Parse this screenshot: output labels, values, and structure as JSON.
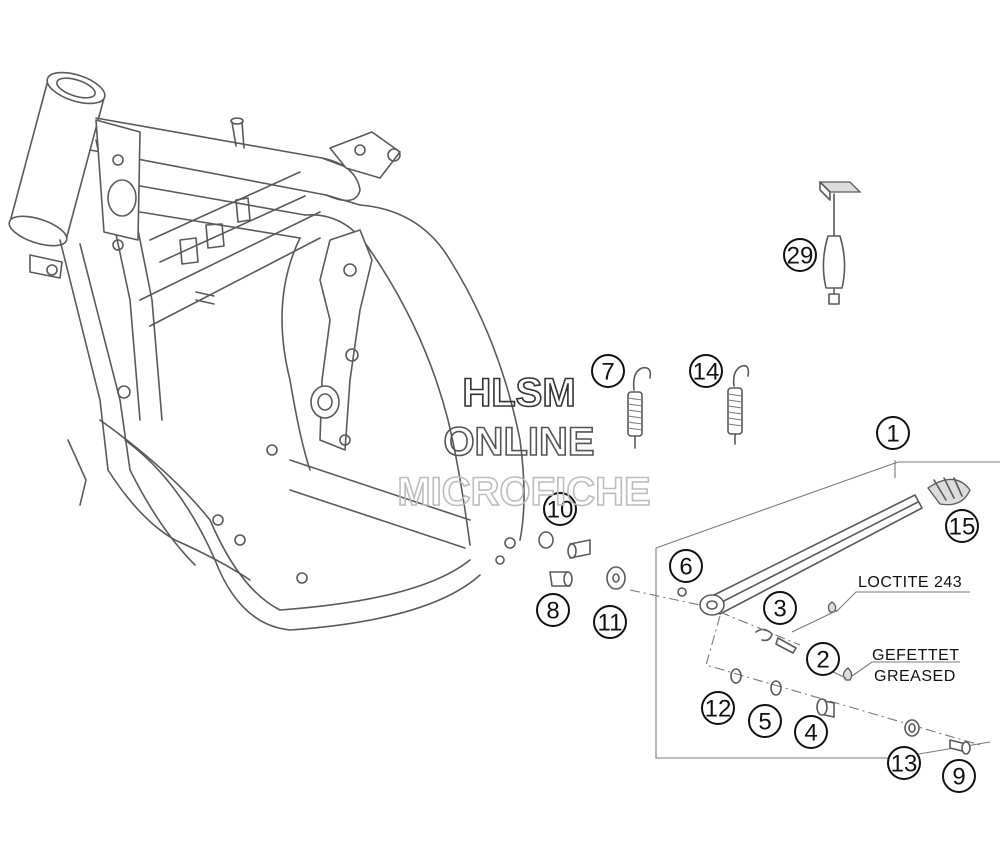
{
  "callouts": [
    {
      "label": "1"
    },
    {
      "label": "2"
    },
    {
      "label": "3"
    },
    {
      "label": "4"
    },
    {
      "label": "5"
    },
    {
      "label": "6"
    },
    {
      "label": "7"
    },
    {
      "label": "8"
    },
    {
      "label": "9"
    },
    {
      "label": "10"
    },
    {
      "label": "11"
    },
    {
      "label": "12"
    },
    {
      "label": "13"
    },
    {
      "label": "14"
    },
    {
      "label": "15"
    },
    {
      "label": "29"
    }
  ],
  "notes": {
    "loctite": "LOCTITE 243",
    "greased_de": "GEFETTET",
    "greased_en": "GREASED"
  },
  "watermark": {
    "line1": "HLSM",
    "line2": "ONLINE",
    "line3": "MICROFICHE"
  }
}
